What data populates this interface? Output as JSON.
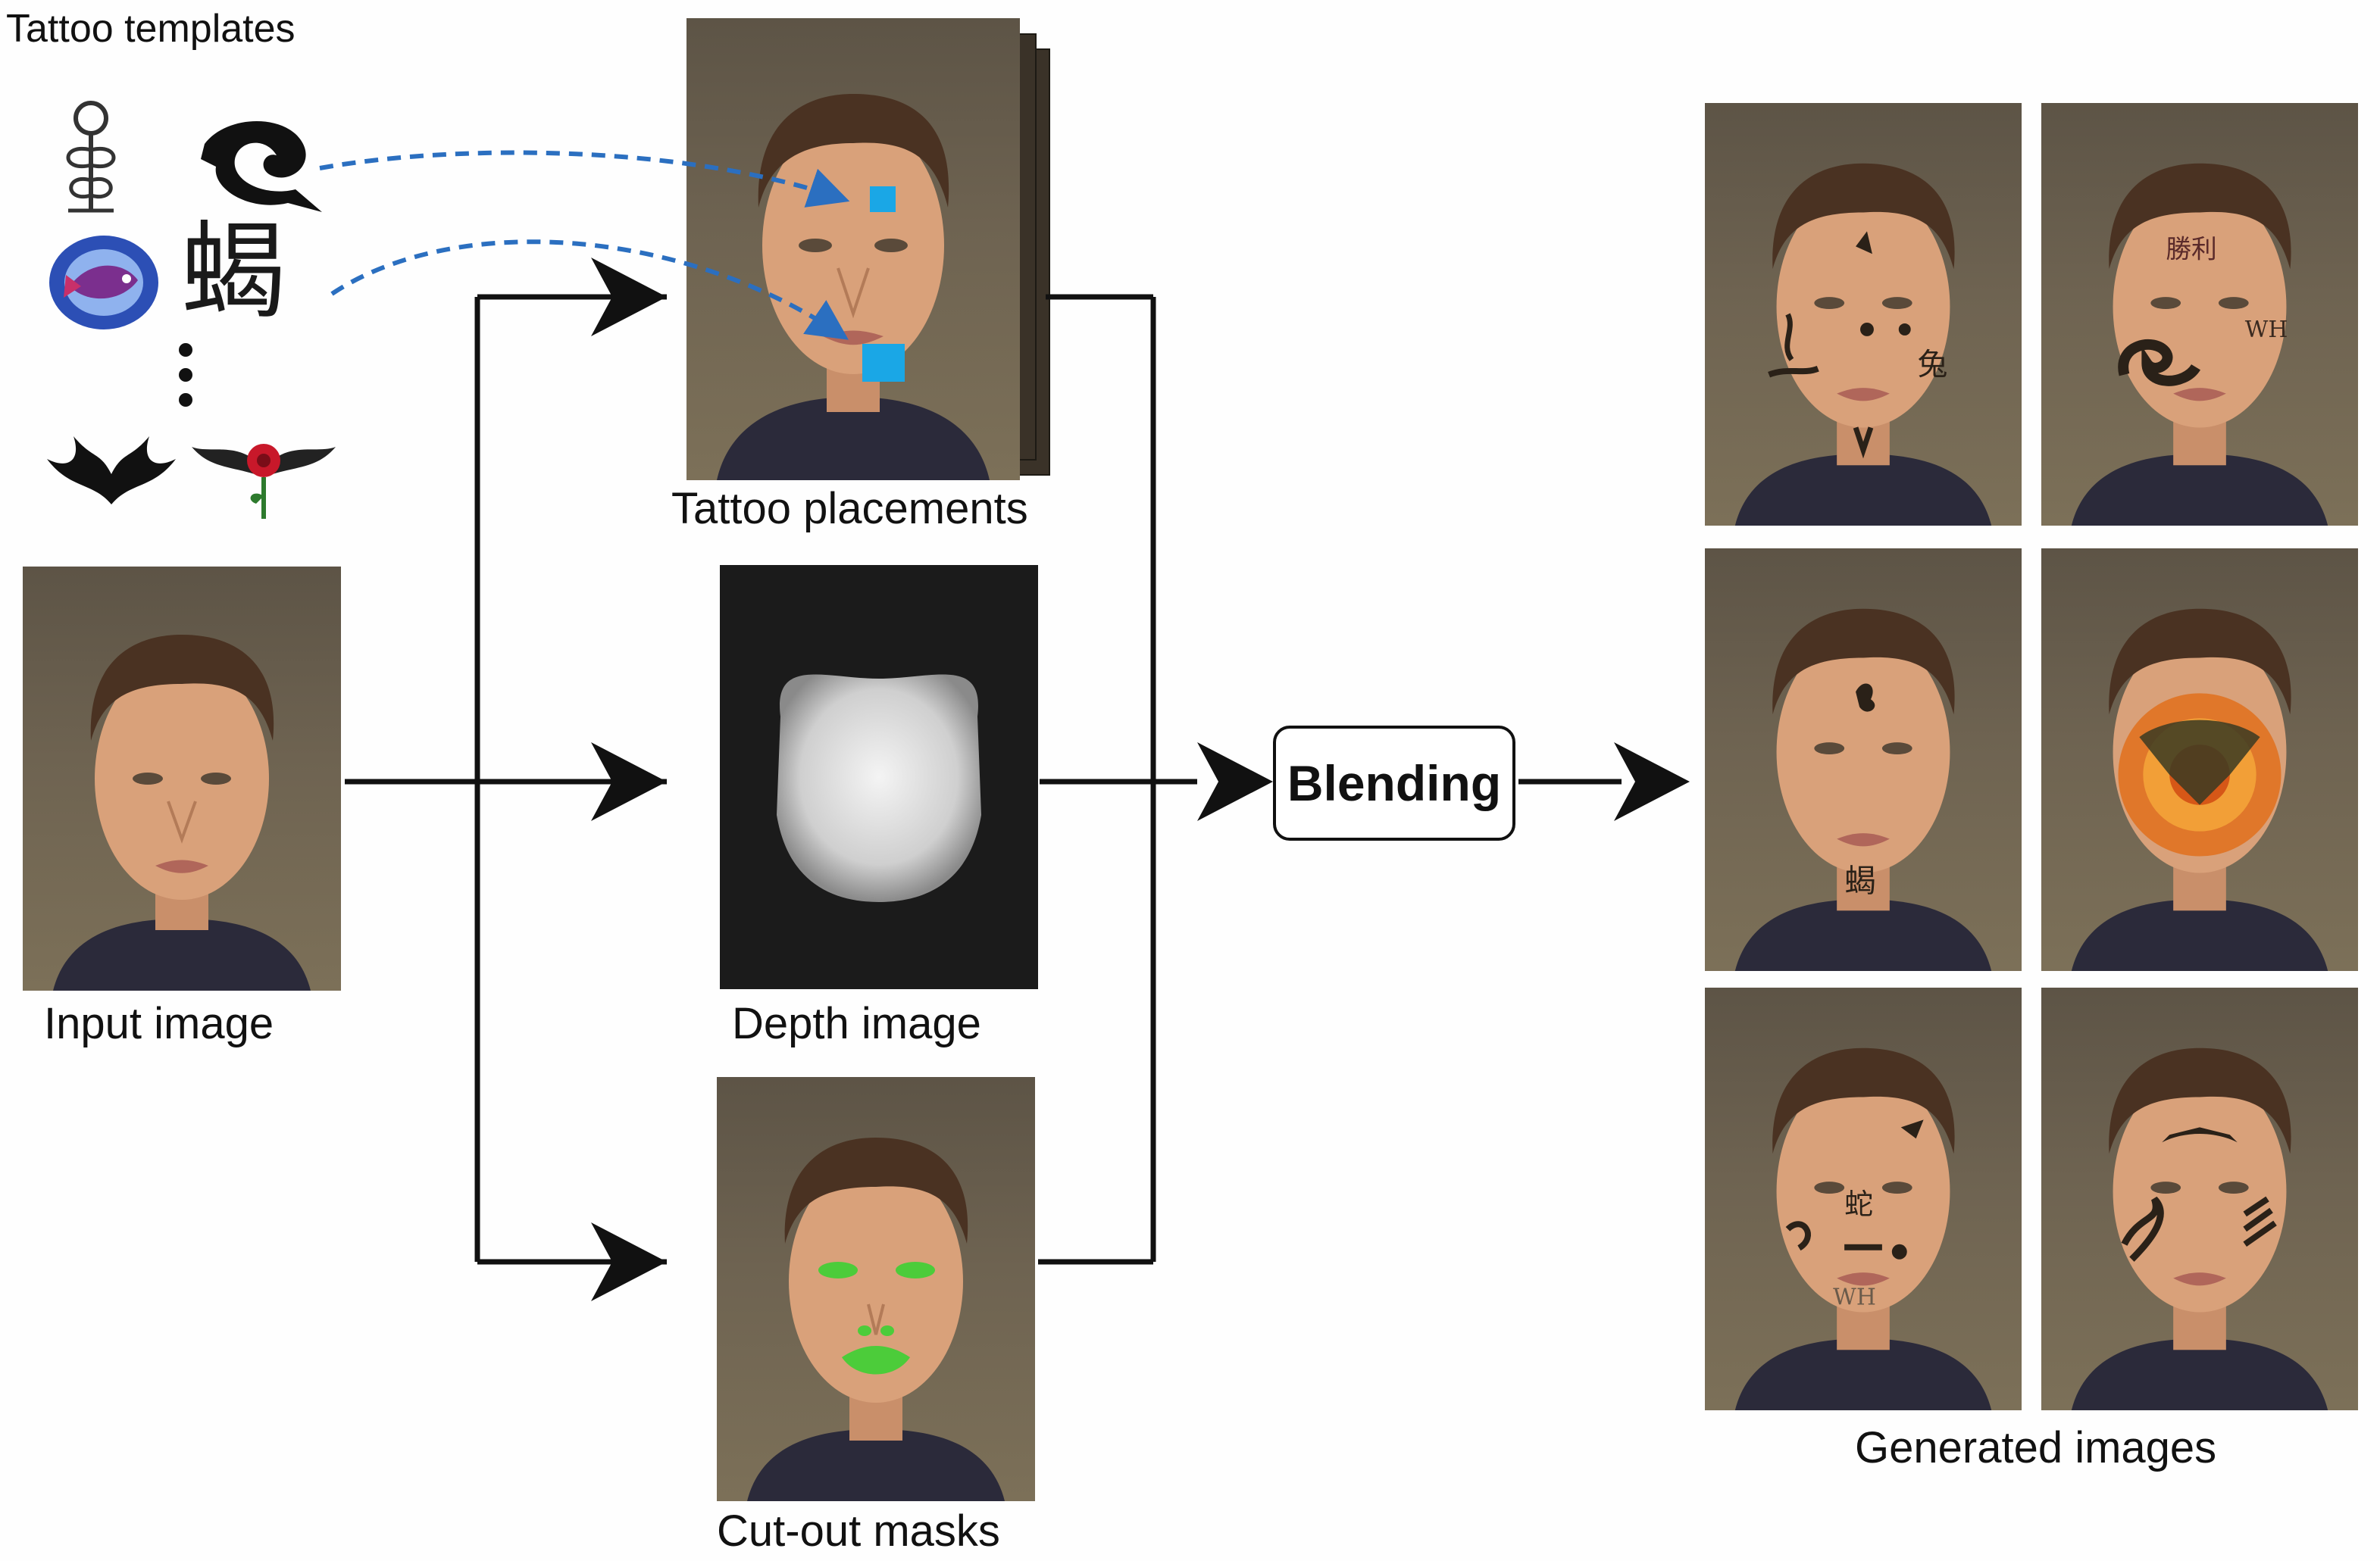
{
  "labels": {
    "tattoo_templates": "Tattoo templates",
    "tattoo_placements": "Tattoo placements",
    "input_image": "Input image",
    "depth_image": "Depth image",
    "cut_out_masks": "Cut-out masks",
    "blending": "Blending",
    "generated_images": "Generated images"
  },
  "template_glyphs": {
    "kanji_scorpion": "蝎",
    "continuation": "⋮"
  },
  "generated_tattoo_text": {
    "g1_rabbit": "兔",
    "g2_victory": "勝利",
    "g2_initials": "WH",
    "g3_scorpion": "蝎",
    "g5_snake": "蛇",
    "g5_initials": "WH"
  },
  "colors": {
    "placement_marker": "#1aa7e6",
    "dashed_arrow": "#2b6fc0",
    "mask_green": "#4ccc3a",
    "arrow": "#111111"
  }
}
